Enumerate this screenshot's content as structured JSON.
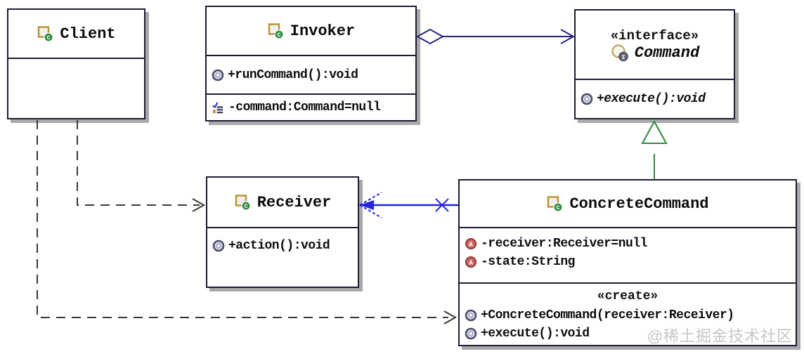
{
  "watermark": "@稀土掘金技术社区",
  "icons": {
    "class_badge": "C",
    "attribute_badge": "A",
    "interface_badge": "I"
  },
  "classes": {
    "client": {
      "name": "Client"
    },
    "invoker": {
      "name": "Invoker",
      "methods": [
        "+runCommand():void"
      ],
      "fields": [
        "-command:Command=null"
      ]
    },
    "command": {
      "stereotype": "«interface»",
      "name": "Command",
      "methods": [
        "+execute():void"
      ]
    },
    "receiver": {
      "name": "Receiver",
      "methods": [
        "+action():void"
      ]
    },
    "concrete_command": {
      "name": "ConcreteCommand",
      "fields": [
        "-receiver:Receiver=null",
        "-state:String"
      ],
      "method_stereotype": "«create»",
      "methods": [
        "+ConcreteCommand(receiver:Receiver)",
        "+execute():void"
      ]
    }
  },
  "relationships": {
    "aggregation": {
      "from": "Invoker",
      "to": "Command",
      "style": "solid, hollow diamond at Invoker, open arrow at Command"
    },
    "realization": {
      "from": "ConcreteCommand",
      "to": "Command",
      "style": "solid green, hollow triangle at Command"
    },
    "association": {
      "from": "ConcreteCommand",
      "to": "Receiver",
      "style": "solid blue, arrow at Receiver, X at ConcreteCommand end"
    },
    "dependency_to_receiver": {
      "from": "Client",
      "to": "Receiver",
      "style": "dashed, open arrow"
    },
    "dependency_to_concrete_command": {
      "from": "Client",
      "to": "ConcreteCommand",
      "style": "dashed, open arrow"
    }
  },
  "colors": {
    "aggregation_line": "#23237a",
    "realization_line": "#2e8b3c",
    "association_line": "#2424dd",
    "dependency_line": "#38383f",
    "box_border": "#1c1c34",
    "box_shadow": "#a9a9a9",
    "class_icon_border": "#b8922e",
    "class_icon_badge": "#2e8b3c",
    "attribute_icon": "#cc6666",
    "watermark_text": "#c6c6c6"
  }
}
